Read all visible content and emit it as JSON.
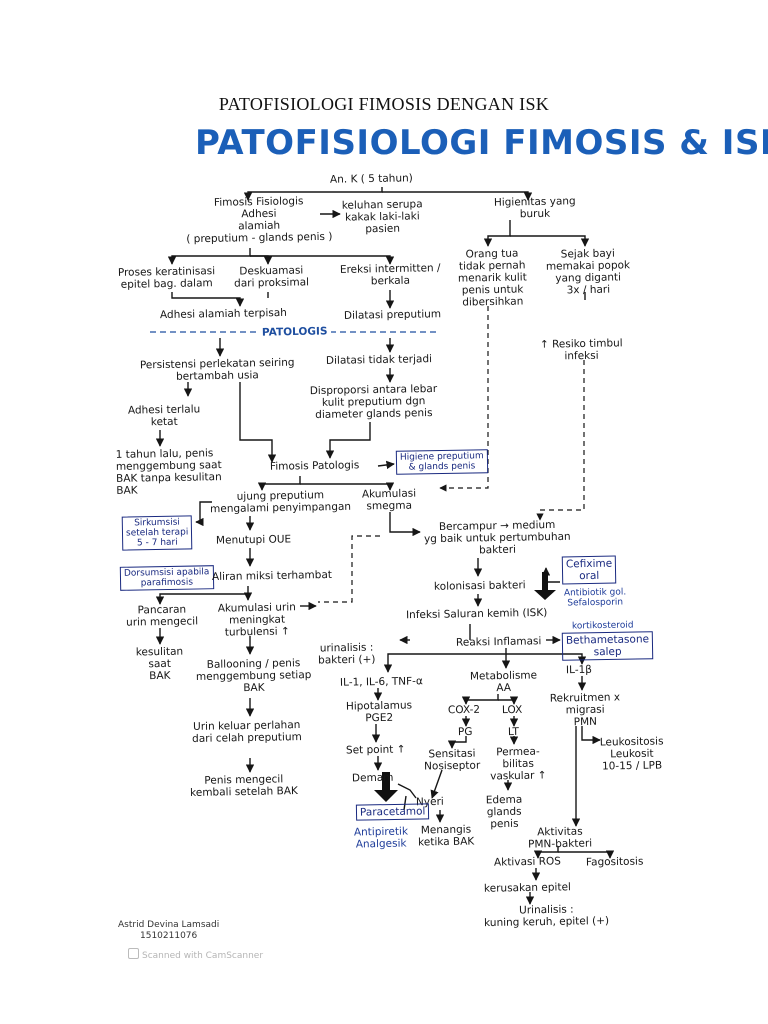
{
  "page_title": "PATOFISIOLOGI FIMOSIS DENGAN ISK",
  "heading": "PATOFISIOLOGI FIMOSIS & ISK",
  "nodes": {
    "root": "An. K ( 5 tahun)",
    "fimosis_fisiologis": "Fimosis Fisiologis\nAdhesi\nalamiah\n( preputium - glands penis )",
    "keluhan": "keluhan serupa\nkakak laki-laki\npasien",
    "higienitas": "Higienitas yang\nburuk",
    "orang_tua": "Orang tua\ntidak pernah\nmenarik kulit\npenis untuk\ndibersihkan",
    "sejak_bayi": "Sejak bayi\nmemakai popok\nyang diganti\n3x / hari",
    "proses_keratinisasi": "Proses keratinisasi\nepitel bag. dalam",
    "deskuamasi": "Deskuamasi\ndari proksimal",
    "ereksi": "Ereksi intermitten /\nberkala",
    "adhesi_terpisah": "Adhesi alamiah terpisah",
    "dilatasi_preputium": "Dilatasi preputium",
    "patologis": "PATOLOGIS",
    "resiko_infeksi": "↑ Resiko timbul\ninfeksi",
    "persistensi": "Persistensi perlekatan seiring\nbertambah usia",
    "dilatasi_tidak": "Dilatasi tidak terjadi",
    "disproporsi": "Disproporsi antara lebar\nkulit preputium dgn\ndiameter glands penis",
    "adhesi_ketat": "Adhesi terlalu\nketat",
    "tahun_lalu": "1 tahun lalu, penis\nmenggembung saat\nBAK tanpa kesulitan\nBAK",
    "fimosis_patologis": "Fimosis Patologis",
    "higiene_box": "Higiene preputium\n& glands penis",
    "ujung_preputium": "ujung preputium\nmengalami penyimpangan",
    "akumulasi_smegma": "Akumulasi\nsmegma",
    "sirkumsisi": "Sirkumsisi\nsetelah terapi\n5 - 7 hari",
    "menutupi_oue": "Menutupi OUE",
    "bercampur": "Bercampur → medium\nyg baik untuk pertumbuhan\nbakteri",
    "cefixime": "Cefixime\noral",
    "antibiotik": "Antibiotik gol.\nSefalosporin",
    "dorsumsisi": "Dorsumsisi apabila\nparafimosis",
    "aliran_miksi": "Aliran miksi terhambat",
    "kolonisasi": "kolonisasi bakteri",
    "pancaran": "Pancaran\nurin mengecil",
    "akumulasi_urin": "Akumulasi urin\nmeningkat\nturbulensi ↑",
    "infeksi_isk": "Infeksi Saluran kemih (ISK)",
    "kortikosteroid": "kortikosteroid",
    "bethametasone": "Bethametasone\nsalep",
    "urinalisis_bakteri": "urinalisis :\nbakteri (+)",
    "reaksi_inflamasi": "Reaksi Inflamasi",
    "kesulitan_bak": "kesulitan\nsaat\nBAK",
    "ballooning": "Ballooning / penis\nmenggembung setiap\nBAK",
    "il1_il6": "IL-1, IL-6, TNF-α",
    "metabolisme_aa": "Metabolisme\nAA",
    "il1b": "IL-1β",
    "hipotalamus": "Hipotalamus\nPGE2",
    "cox2": "COX-2",
    "lox": "LOX",
    "rekruitmen": "Rekruitmen x\nmigrasi\nPMN",
    "urin_keluar": "Urin keluar perlahan\ndari celah preputium",
    "pg": "PG",
    "lt": "LT",
    "leukositosis": "Leukositosis\nLeukosit\n10-15 / LPB",
    "set_point": "Set point ↑",
    "sensitasi": "Sensitasi\nNosiseptor",
    "permeabilitas": "Permea-\nbilitas\nvaskular ↑",
    "demam": "Demam",
    "penis_mengecil": "Penis mengecil\nkembali setelah BAK",
    "nyeri": "Nyeri",
    "paracetamol": "Paracetamol",
    "antipiretik": "Antipiretik\nAnalgesik",
    "menangis": "Menangis\nketika BAK",
    "edema": "Edema\nglands\npenis",
    "aktivitas_pmn": "Aktivitas\nPMN-bakteri",
    "aktivasi_ros": "Aktivasi ROS",
    "fagositosis": "Fagositosis",
    "kerusakan_epitel": "kerusakan epitel",
    "urinalisis_kuning": "Urinalisis :\nkuning keruh, epitel (+)"
  },
  "signature": {
    "name": "Astrid Devina Lamsadi",
    "id": "1510211076"
  },
  "watermark": "Scanned with CamScanner",
  "colors": {
    "heading": "#1b5fb8",
    "ink": "#161616",
    "box_border": "#1a2a80",
    "dashed_line": "#1f4fa0"
  }
}
